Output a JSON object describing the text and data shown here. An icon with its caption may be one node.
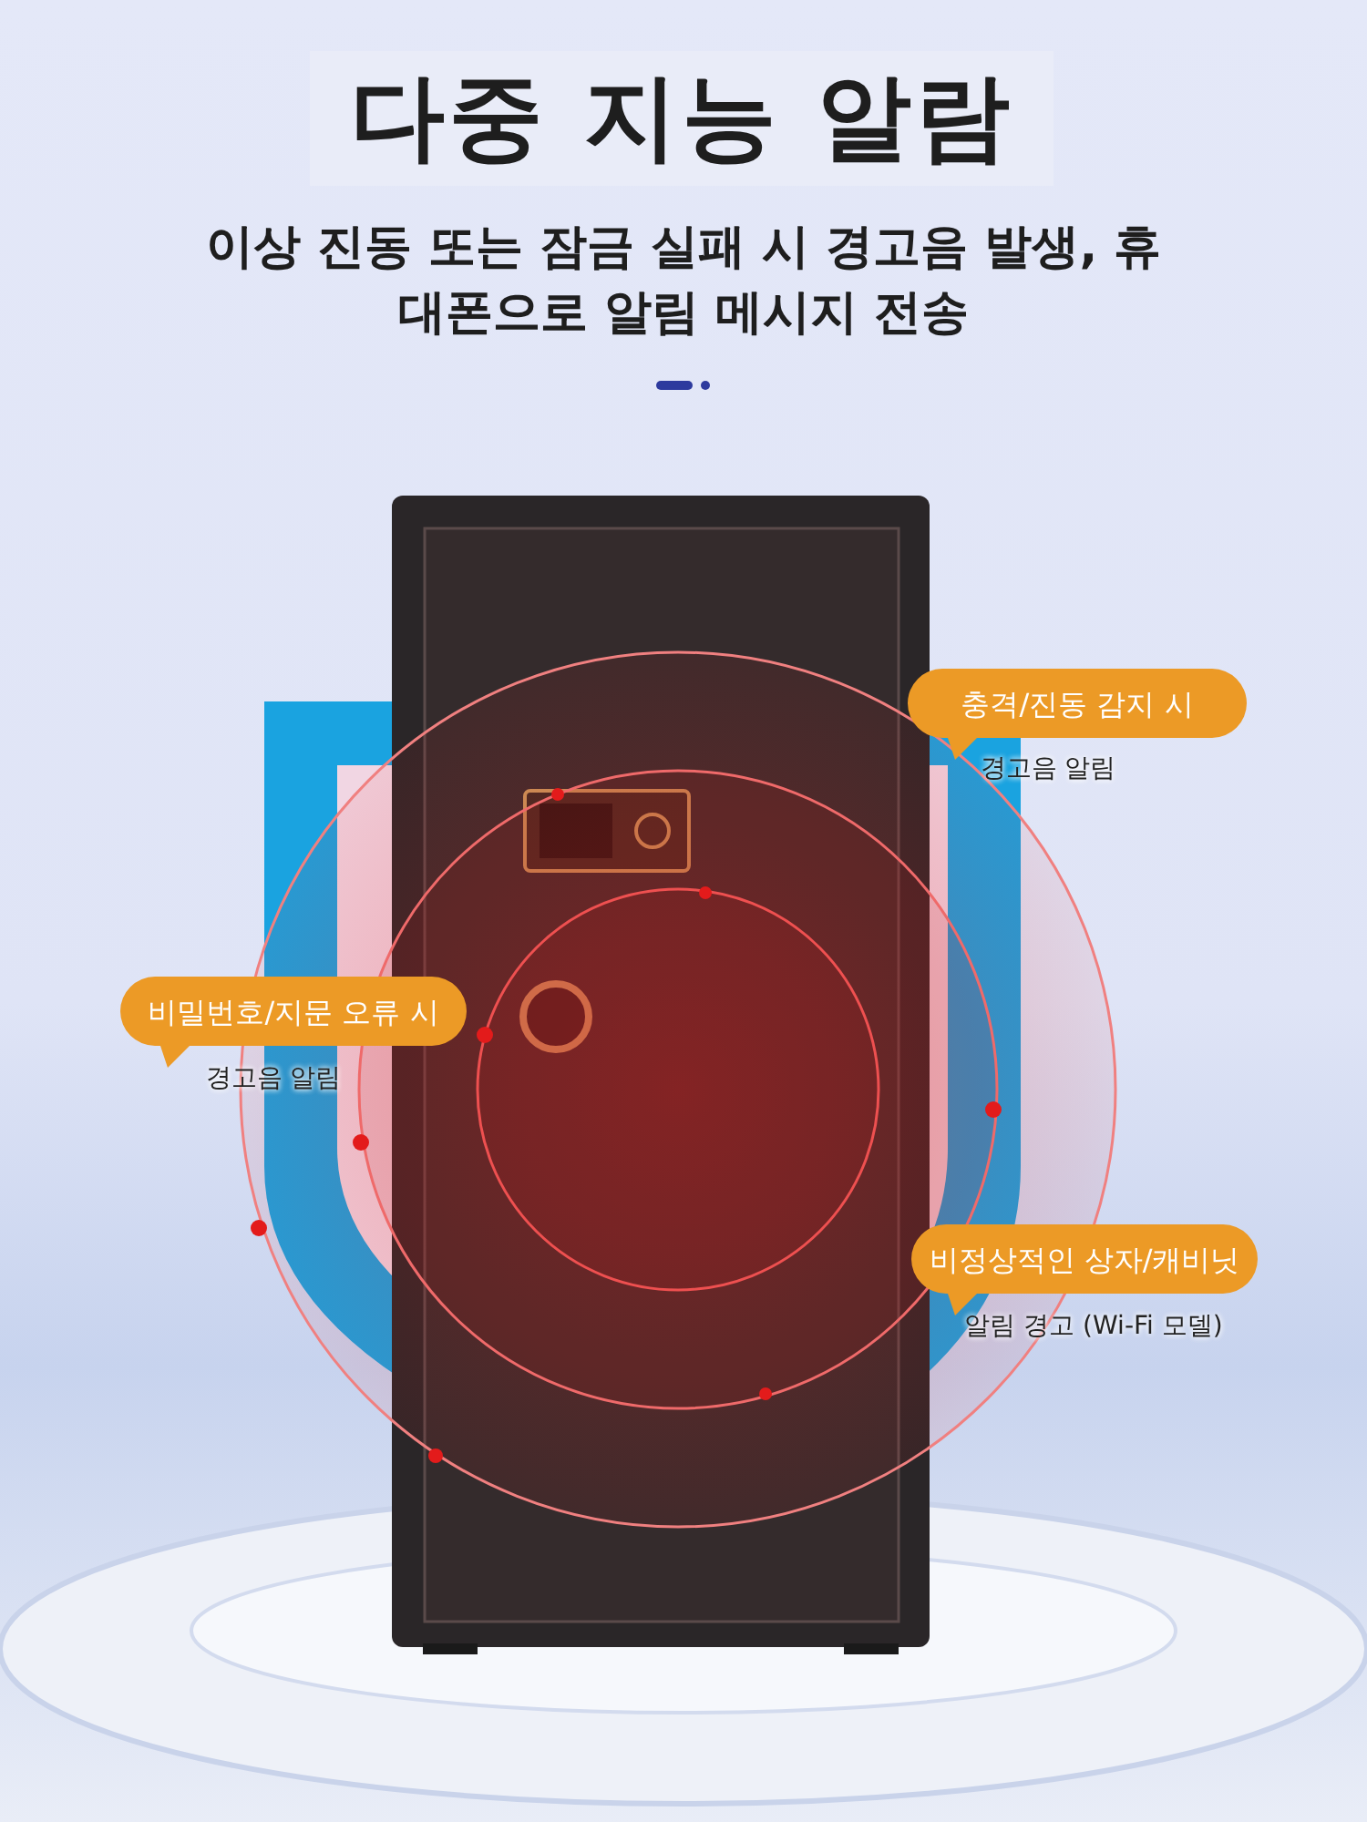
{
  "diagram": {
    "title": "다중 지능 알람",
    "nodes": [
      {
        "text": [
          "충격/진동 감지 시"
        ],
        "beside": [
          "경고음 알림"
        ]
      },
      {
        "text": [
          "비밀번호/지문 오류 시"
        ],
        "beside": [
          "경고음 알림"
        ]
      },
      {
        "text": [
          "비정상적인 상자/캐비닛"
        ],
        "beside": [
          "알림 경고 (Wi-Fi 모델)"
        ]
      }
    ],
    "labels": [
      "이상 진동 또는 잠금 실패 시 경고음 발생, 휴대폰으로 알림 메시지 전송"
    ]
  }
}
